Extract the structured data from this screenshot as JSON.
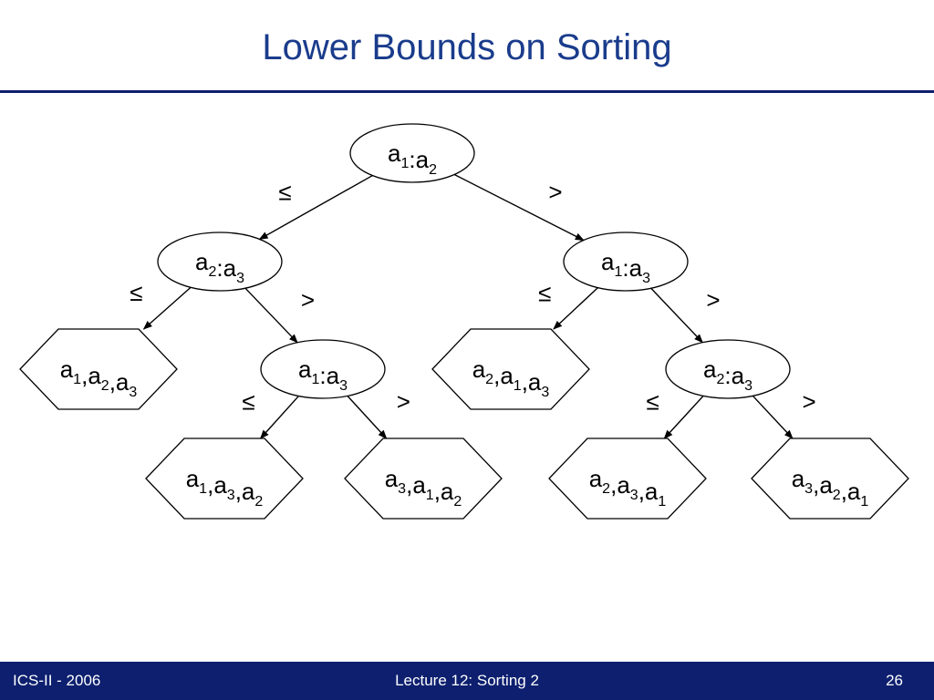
{
  "slide": {
    "title": "Lower Bounds on Sorting",
    "footer_left": "ICS-II - 2006",
    "footer_center": "Lecture 12: Sorting 2",
    "footer_right": "26"
  },
  "tree": {
    "nodes": [
      {
        "id": "n1",
        "kind": "comparison",
        "parts": [
          [
            "a",
            "1"
          ],
          ":",
          [
            "a",
            "2"
          ]
        ]
      },
      {
        "id": "n2",
        "kind": "comparison",
        "parts": [
          [
            "a",
            "2"
          ],
          ":",
          [
            "a",
            "3"
          ]
        ]
      },
      {
        "id": "n3",
        "kind": "comparison",
        "parts": [
          [
            "a",
            "1"
          ],
          ":",
          [
            "a",
            "3"
          ]
        ]
      },
      {
        "id": "n4",
        "kind": "leaf",
        "parts": [
          [
            "a",
            "1"
          ],
          ",",
          [
            "a",
            "2"
          ],
          ",",
          [
            "a",
            "3"
          ]
        ]
      },
      {
        "id": "n5",
        "kind": "comparison",
        "parts": [
          [
            "a",
            "1"
          ],
          ":",
          [
            "a",
            "3"
          ]
        ]
      },
      {
        "id": "n6",
        "kind": "leaf",
        "parts": [
          [
            "a",
            "2"
          ],
          ",",
          [
            "a",
            "1"
          ],
          ",",
          [
            "a",
            "3"
          ]
        ]
      },
      {
        "id": "n7",
        "kind": "comparison",
        "parts": [
          [
            "a",
            "2"
          ],
          ":",
          [
            "a",
            "3"
          ]
        ]
      },
      {
        "id": "n8",
        "kind": "leaf",
        "parts": [
          [
            "a",
            "1"
          ],
          ",",
          [
            "a",
            "3"
          ],
          ",",
          [
            "a",
            "2"
          ]
        ]
      },
      {
        "id": "n9",
        "kind": "leaf",
        "parts": [
          [
            "a",
            "3"
          ],
          ",",
          [
            "a",
            "1"
          ],
          ",",
          [
            "a",
            "2"
          ]
        ]
      },
      {
        "id": "n10",
        "kind": "leaf",
        "parts": [
          [
            "a",
            "2"
          ],
          ",",
          [
            "a",
            "3"
          ],
          ",",
          [
            "a",
            "1"
          ]
        ]
      },
      {
        "id": "n11",
        "kind": "leaf",
        "parts": [
          [
            "a",
            "3"
          ],
          ",",
          [
            "a",
            "2"
          ],
          ",",
          [
            "a",
            "1"
          ]
        ]
      }
    ],
    "edges": [
      {
        "from": "n1",
        "to": "n2",
        "label": "≤"
      },
      {
        "from": "n1",
        "to": "n3",
        "label": ">"
      },
      {
        "from": "n2",
        "to": "n4",
        "label": "≤"
      },
      {
        "from": "n2",
        "to": "n5",
        "label": ">"
      },
      {
        "from": "n3",
        "to": "n6",
        "label": "≤"
      },
      {
        "from": "n3",
        "to": "n7",
        "label": ">"
      },
      {
        "from": "n5",
        "to": "n8",
        "label": "≤"
      },
      {
        "from": "n5",
        "to": "n9",
        "label": ">"
      },
      {
        "from": "n7",
        "to": "n10",
        "label": "≤"
      },
      {
        "from": "n7",
        "to": "n11",
        "label": ">"
      }
    ]
  }
}
